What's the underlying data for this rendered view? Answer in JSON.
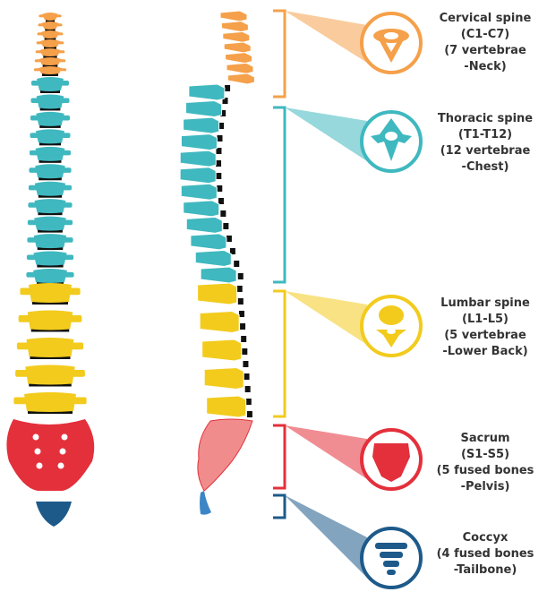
{
  "colors": {
    "cervical": "#F5A04A",
    "thoracic": "#3FB8BF",
    "lumbar": "#F2CB1D",
    "sacrum": "#E3303B",
    "coccyx": "#1D5A8A",
    "disc": "#111111",
    "text": "#333333"
  },
  "regions": [
    {
      "key": "cervical",
      "icon": "cervical-vertebra-icon",
      "lines": [
        "Cervical spine",
        "(C1-C7)",
        "(7 vertebrae",
        "-Neck)"
      ]
    },
    {
      "key": "thoracic",
      "icon": "thoracic-vertebra-icon",
      "lines": [
        "Thoracic spine",
        "(T1-T12)",
        "(12 vertebrae",
        "-Chest)"
      ]
    },
    {
      "key": "lumbar",
      "icon": "lumbar-vertebra-icon",
      "lines": [
        "Lumbar spine",
        "(L1-L5)",
        "(5 vertebrae",
        "-Lower Back)"
      ]
    },
    {
      "key": "sacrum",
      "icon": "sacrum-icon",
      "lines": [
        "Sacrum",
        "(S1-S5)",
        "(5 fused bones",
        "-Pelvis)"
      ]
    },
    {
      "key": "coccyx",
      "icon": "coccyx-icon",
      "lines": [
        "Coccyx",
        "(4 fused bones",
        "-Tailbone)"
      ]
    }
  ]
}
